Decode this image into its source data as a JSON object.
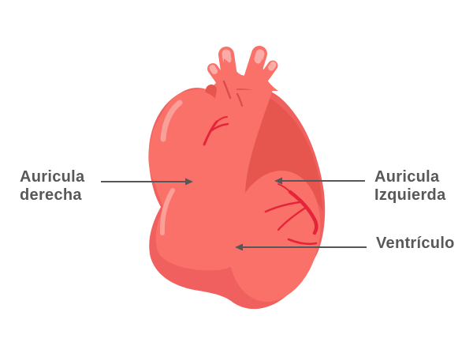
{
  "diagram": {
    "subject": "heart-anatomy",
    "labels": {
      "auricula_derecha": {
        "line1": "Auricula",
        "line2": "derecha"
      },
      "auricula_izquierda": {
        "line1": "Auricula",
        "line2": "Izquierda"
      },
      "ventriculo": {
        "line1": "Ventrículo"
      }
    },
    "colors": {
      "background": "#FFFFFF",
      "heart_main": "#F97168",
      "heart_base": "#F0605E",
      "heart_shadow": "#E6564F",
      "lobe_highlight": "#FB9F99",
      "vessel_tip_highlight": "#FCACA6",
      "artery": "#E5243A",
      "crease": "#DB4A4E",
      "leader_line": "#57575A",
      "label_text": "#58585B"
    }
  }
}
